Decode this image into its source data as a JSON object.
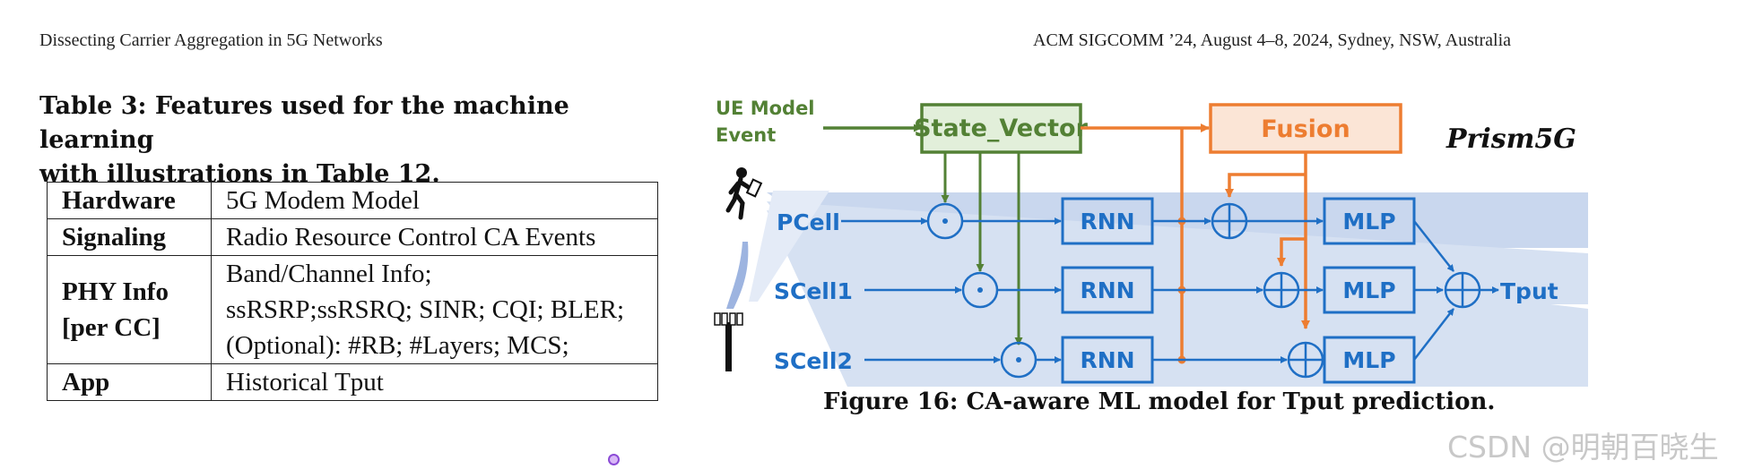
{
  "header": {
    "left": "Dissecting Carrier Aggregation in 5G Networks",
    "right": "ACM SIGCOMM ’24, August 4–8, 2024, Sydney, NSW, Australia"
  },
  "table3": {
    "caption_line1": "Table 3: Features used for the machine learning",
    "caption_line2": "with illustrations in Table 12.",
    "rows": [
      {
        "feature": "Hardware",
        "description": "5G Modem Model"
      },
      {
        "feature": "Signaling",
        "description": "Radio Resource Control CA Events"
      },
      {
        "feature_line1": "PHY Info",
        "feature_line2": "[per CC]",
        "description_lines": [
          "Band/Channel Info;",
          "ssRSRP;ssRSRQ; SINR; CQI; BLER;",
          "(Optional): #RB; #Layers; MCS;"
        ]
      },
      {
        "feature": "App",
        "description": "Historical Tput"
      }
    ]
  },
  "figure16": {
    "caption": "Figure 16: CA-aware ML model for Tput prediction.",
    "inputs_line1": "UE Model",
    "inputs_line2": "Event",
    "state_vector": "State_Vector",
    "fusion": "Fusion",
    "model_name": "Prism5G",
    "cells": [
      "PCell",
      "SCell1",
      "SCell2"
    ],
    "rnn": "RNN",
    "mlp": "MLP",
    "output": "Tput",
    "colors": {
      "green": "#538135",
      "orange": "#ED7D31",
      "blue": "#1F6FC5",
      "band": "#C9D7EE",
      "green_fill": "#E2EFDA",
      "orange_fill": "#FBE5D6"
    }
  },
  "watermark": "CSDN @明朝百晓生"
}
